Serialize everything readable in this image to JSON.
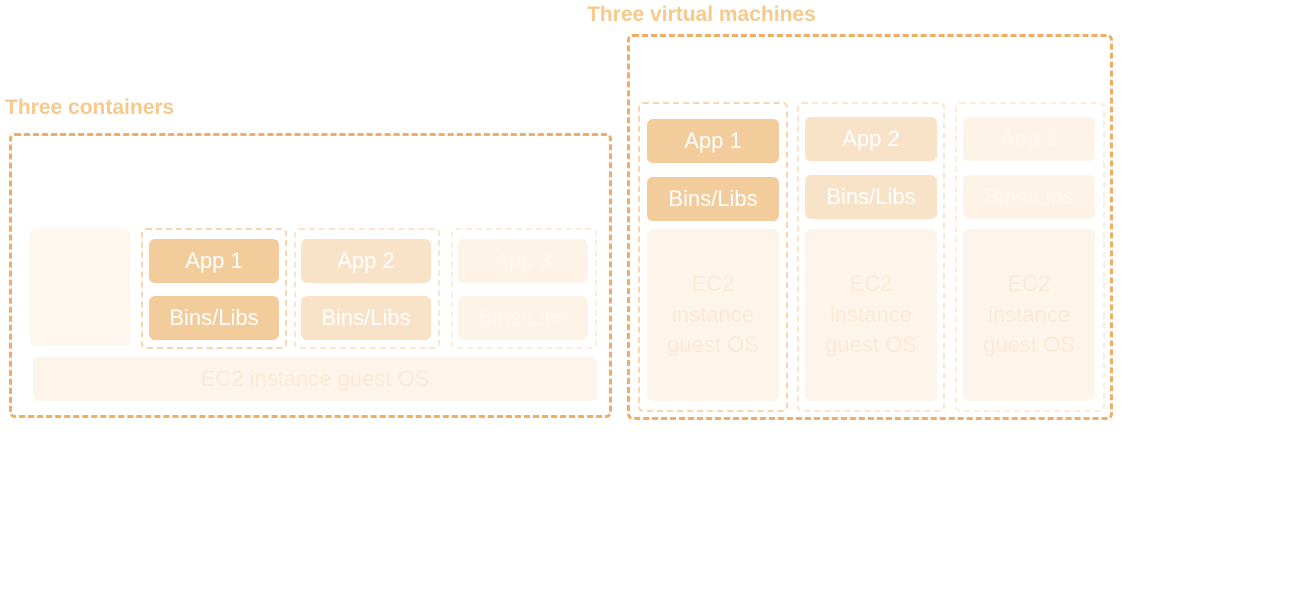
{
  "colors": {
    "title": "#f7c98c",
    "outer_border": "#efae66",
    "inner_border": "#f8d6ad",
    "block_strong": "#f3cc9b",
    "block_medium": "#f8e3c9",
    "block_faint": "#fdf3e6"
  },
  "containers": {
    "title": "Three containers",
    "apps": [
      {
        "app": "App 1",
        "libs": "Bins/Libs"
      },
      {
        "app": "App 2",
        "libs": "Bins/Libs"
      },
      {
        "app": "App 3",
        "libs": "Bins/Libs"
      }
    ],
    "os": "EC2 instance guest OS"
  },
  "vms": {
    "title": "Three virtual machines",
    "machines": [
      {
        "app": "App 1",
        "libs": "Bins/Libs",
        "os": "EC2\ninstance\nguest OS"
      },
      {
        "app": "App 2",
        "libs": "Bins/Libs",
        "os": "EC2\ninstance\nguest OS"
      },
      {
        "app": "App 3",
        "libs": "Bins/Libs",
        "os": "EC2\ninstance\nguest OS"
      }
    ]
  }
}
